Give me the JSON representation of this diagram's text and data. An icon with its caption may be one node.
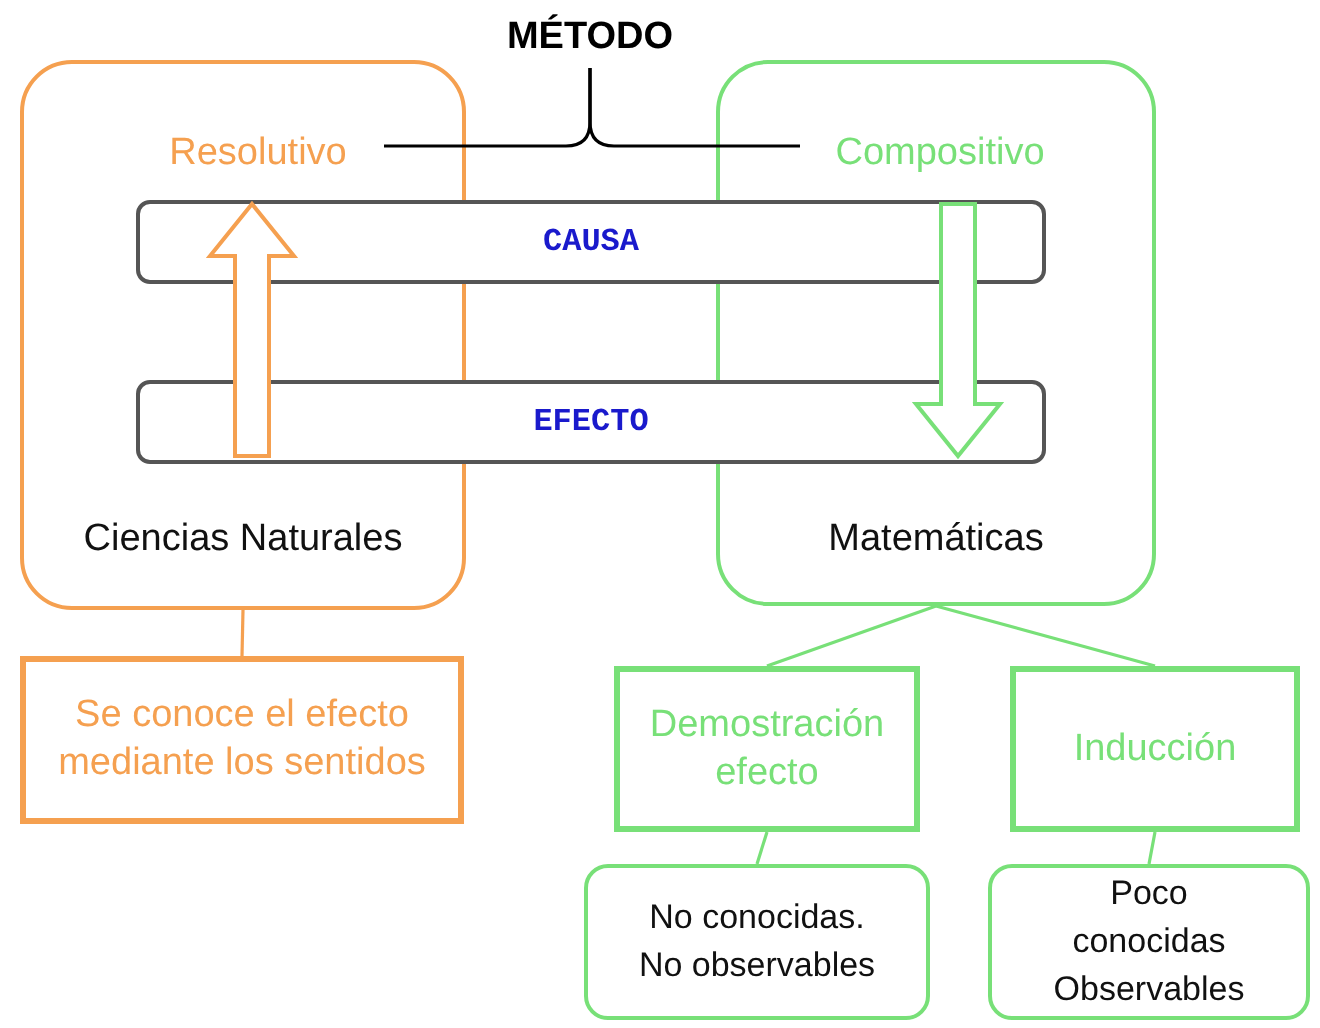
{
  "diagram": {
    "nodes": [
      {
        "text": [
          "MÉTODO"
        ]
      },
      {
        "text": [
          "Ciencias Naturales"
        ]
      },
      {
        "text": [
          "Resolutivo"
        ],
        "in": 1
      },
      {
        "text": [
          "Matemáticas"
        ]
      },
      {
        "text": [
          "Compositivo"
        ],
        "in": 3
      },
      {
        "text": [
          "CAUSA"
        ]
      },
      {
        "text": [
          "EFECTO"
        ]
      },
      {
        "text": [
          "Se conoce el efecto mediante los sentidos"
        ]
      },
      {
        "text": [
          "Demostración efecto"
        ]
      },
      {
        "text": [
          "Inducción"
        ]
      },
      {
        "text": [
          "No conocidas. No observables"
        ]
      },
      {
        "text": [
          "Poco conocidas Observables"
        ]
      }
    ],
    "edges": [
      {
        "from": 0,
        "to": 2,
        "arrow": "none",
        "color": "#000000"
      },
      {
        "from": 0,
        "to": 4,
        "arrow": "none",
        "color": "#000000"
      },
      {
        "from": 6,
        "to": 5,
        "arrow": "to",
        "style": "thick",
        "color": "#f5a050"
      },
      {
        "from": 5,
        "to": 6,
        "arrow": "to",
        "style": "thick",
        "color": "#78e078"
      },
      {
        "from": 1,
        "to": 7,
        "arrow": "none",
        "color": "#f5a050"
      },
      {
        "from": 3,
        "to": 8,
        "arrow": "none",
        "color": "#78e078"
      },
      {
        "from": 3,
        "to": 9,
        "arrow": "none",
        "color": "#78e078"
      },
      {
        "from": 8,
        "to": 10,
        "arrow": "none",
        "color": "#78e078"
      },
      {
        "from": 9,
        "to": 11,
        "arrow": "none",
        "color": "#78e078"
      }
    ]
  }
}
